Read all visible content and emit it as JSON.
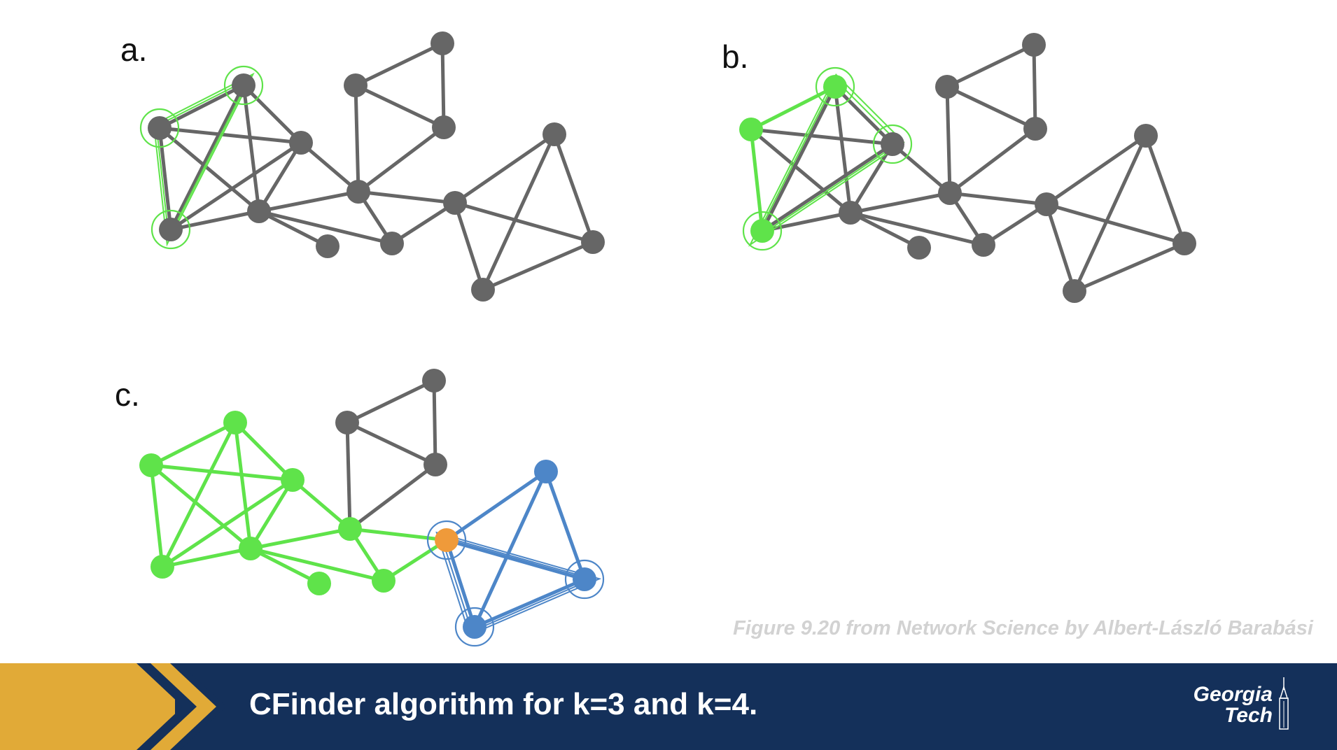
{
  "panels": {
    "a": {
      "label": "a."
    },
    "b": {
      "label": "b."
    },
    "c": {
      "label": "c."
    }
  },
  "caption": "Figure 9.20 from Network Science by Albert-László Barabási",
  "banner": {
    "title": "CFinder algorithm for k=3 and k=4.",
    "logo_line1": "Georgia",
    "logo_line2": "Tech"
  },
  "colors": {
    "gray_node": "#666666",
    "green": "#5fe34a",
    "blue": "#4d86c8",
    "orange": "#ef9a3a",
    "navy": "#14305a",
    "gold": "#e1aa37"
  }
}
